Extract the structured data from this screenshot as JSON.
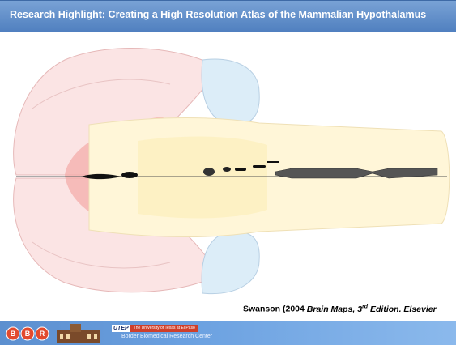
{
  "title": "Research Highlight: Creating a High Resolution Atlas of the Mammalian Hypothalamus",
  "citation": {
    "author_year": "Swanson (2004",
    "book": "Brain Maps, 3",
    "superscript": "rd",
    "book_rest": " Edition. Elsevier"
  },
  "footer": {
    "logo_letters": [
      "B",
      "B",
      "R"
    ],
    "utep_logo": "UTEP",
    "utep_name": "The University of Texas at El Paso",
    "center_name": "Border Biomedical Research Center"
  },
  "colors": {
    "title_bar": "#4f7fbf",
    "footer": "#6aa0e0",
    "cortex": "#f9dede",
    "striatum": "#f3aaa6",
    "brainstem": "#fff6d8",
    "cerebellar_lobe": "#dcedf8"
  }
}
